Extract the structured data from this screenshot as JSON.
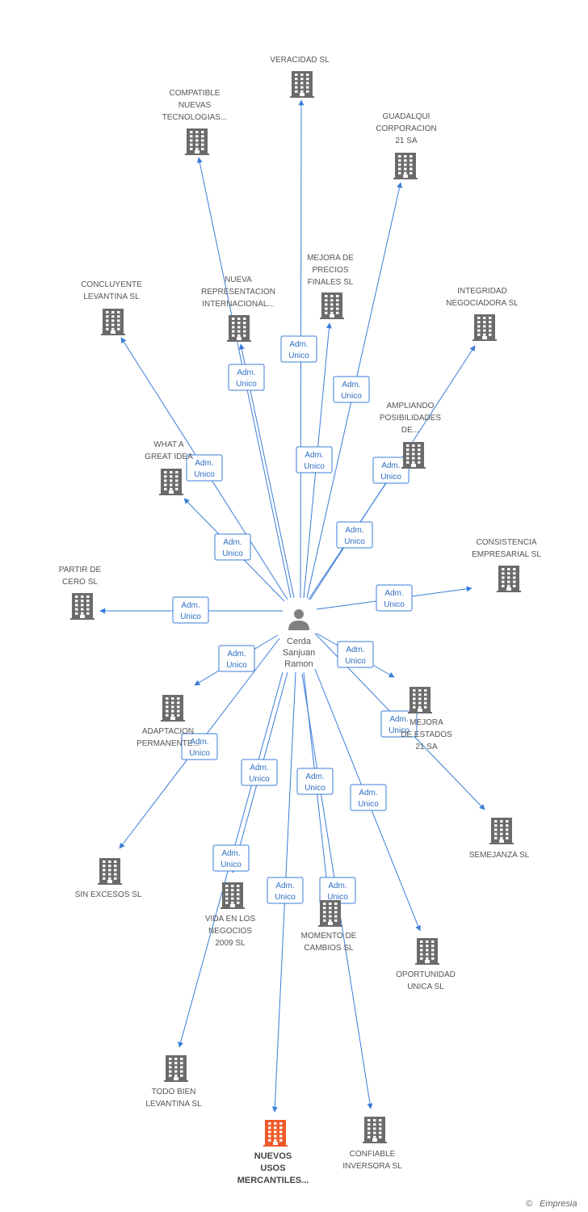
{
  "center": {
    "name_lines": [
      "Cerda",
      "Sanjuan",
      "Ramon"
    ],
    "icon": "person-icon"
  },
  "relation_label": [
    "Adm.",
    "Unico"
  ],
  "colors": {
    "edge": "#3b7dd8",
    "building": "#6b6b6b",
    "building_highlight": "#f05a28",
    "person": "#808080"
  },
  "companies": [
    {
      "id": "veracidad",
      "lines": [
        "VERACIDAD SL"
      ]
    },
    {
      "id": "compatible",
      "lines": [
        "COMPATIBLE",
        "NUEVAS",
        "TECNOLOGIAS..."
      ]
    },
    {
      "id": "guadalqui",
      "lines": [
        "GUADALQUI",
        "CORPORACION",
        "21 SA"
      ]
    },
    {
      "id": "mejora",
      "lines": [
        "MEJORA DE",
        "PRECIOS",
        "FINALES SL"
      ]
    },
    {
      "id": "concluyente",
      "lines": [
        "CONCLUYENTE",
        "LEVANTINA SL"
      ]
    },
    {
      "id": "nueva",
      "lines": [
        "NUEVA",
        "REPRESENTACION",
        "INTERNACIONAL..."
      ]
    },
    {
      "id": "integridad",
      "lines": [
        "INTEGRIDAD",
        "NEGOCIADORA SL"
      ]
    },
    {
      "id": "ampliando",
      "lines": [
        "AMPLIANDO",
        "POSIBILIDADES",
        "DE..."
      ]
    },
    {
      "id": "whatagreat",
      "lines": [
        "WHAT A",
        "GREAT IDEA"
      ]
    },
    {
      "id": "consistencia",
      "lines": [
        "CONSISTENCIA",
        "EMPRESARIAL SL"
      ]
    },
    {
      "id": "partir",
      "lines": [
        "PARTIR DE",
        "CERO SL"
      ]
    },
    {
      "id": "adaptacion",
      "lines": [
        "ADAPTACION",
        "PERMANENTE..."
      ]
    },
    {
      "id": "mejora21",
      "lines": [
        "MEJORA",
        "DE ESTADOS",
        "21 SA"
      ]
    },
    {
      "id": "semejanza",
      "lines": [
        "SEMEJANZA SL"
      ]
    },
    {
      "id": "sinexcesos",
      "lines": [
        "SIN EXCESOS SL"
      ]
    },
    {
      "id": "vida",
      "lines": [
        "VIDA EN LOS",
        "NEGOCIOS",
        "2009 SL"
      ]
    },
    {
      "id": "momento",
      "lines": [
        "MOMENTO DE",
        "CAMBIOS SL"
      ]
    },
    {
      "id": "oportunidad",
      "lines": [
        "OPORTUNIDAD",
        "UNICA SL"
      ]
    },
    {
      "id": "todobien",
      "lines": [
        "TODO BIEN",
        "LEVANTINA SL"
      ]
    },
    {
      "id": "nuevos",
      "lines": [
        "NUEVOS",
        "USOS",
        "MERCANTILES..."
      ],
      "highlight": true
    },
    {
      "id": "confiable",
      "lines": [
        "CONFIABLE",
        "INVERSORA SL"
      ]
    }
  ],
  "footer": {
    "copyright": "©",
    "brand": "Empresia"
  }
}
